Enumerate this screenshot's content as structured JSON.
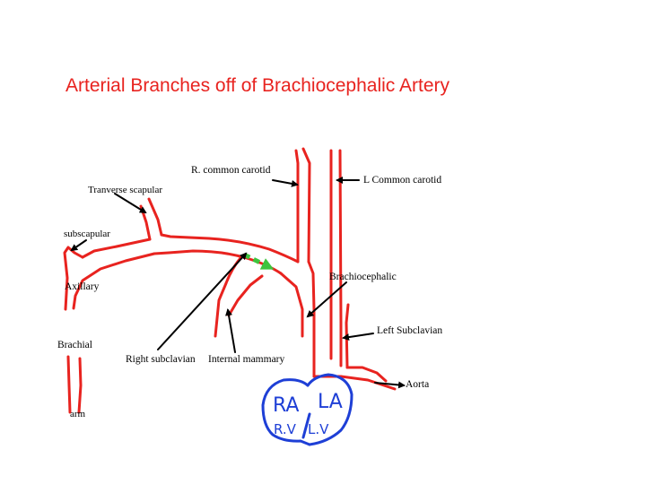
{
  "slide": {
    "title": "Arterial Branches off of Brachiocephalic Artery"
  },
  "labels": {
    "r_common_carotid": "R. common carotid",
    "l_common_carotid": "L Common carotid",
    "transverse_scapular": "Tranverse scapular",
    "subscapular": "subscapular",
    "axillary": "Axillary",
    "brachial": "Brachial",
    "arm": "arm",
    "right_subclavian": "Right subclavian",
    "internal_mammary": "Internal mammary",
    "brachiocephalic": "Brachiocephalic",
    "left_subclavian": "Left Subclavian",
    "aorta": "Aorta"
  },
  "heart": {
    "right_top": "RA",
    "left_top": "LA",
    "right_bottom": "R.V",
    "left_bottom": "L.V"
  },
  "colors": {
    "title": "#e8231f",
    "vessel": "#e8231f",
    "heart": "#1e3fd6",
    "flow_arrow": "#3ec43e",
    "pointer": "#000000"
  }
}
